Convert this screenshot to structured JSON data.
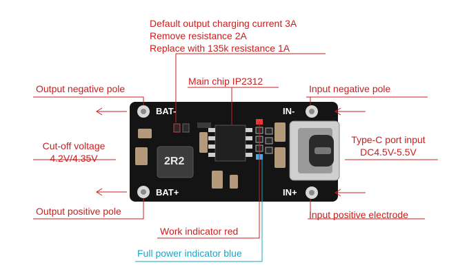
{
  "labels": {
    "current_line1": "Default output charging current 3A",
    "current_line2": "Remove resistance 2A",
    "current_line3": "Replace with 135k resistance 1A",
    "main_chip": "Main chip IP2312",
    "output_negative": "Output negative pole",
    "input_negative": "Input negative pole",
    "cutoff_line1": "Cut-off voltage",
    "cutoff_line2": "4.2V/4.35V",
    "typec_line1": "Type-C port input",
    "typec_line2": "DC4.5V-5.5V",
    "output_positive": "Output positive pole",
    "input_positive": "Input positive electrode",
    "work_indicator": "Work indicator red",
    "full_power_indicator": "Full power indicator blue"
  },
  "board": {
    "bat_minus": "BAT-",
    "bat_plus": "BAT+",
    "in_minus": "IN-",
    "in_plus": "IN+",
    "inductor": "2R2"
  },
  "colors": {
    "label_red": "#c81e1e",
    "label_blue": "#1aa6c8",
    "pcb": "#141414"
  }
}
